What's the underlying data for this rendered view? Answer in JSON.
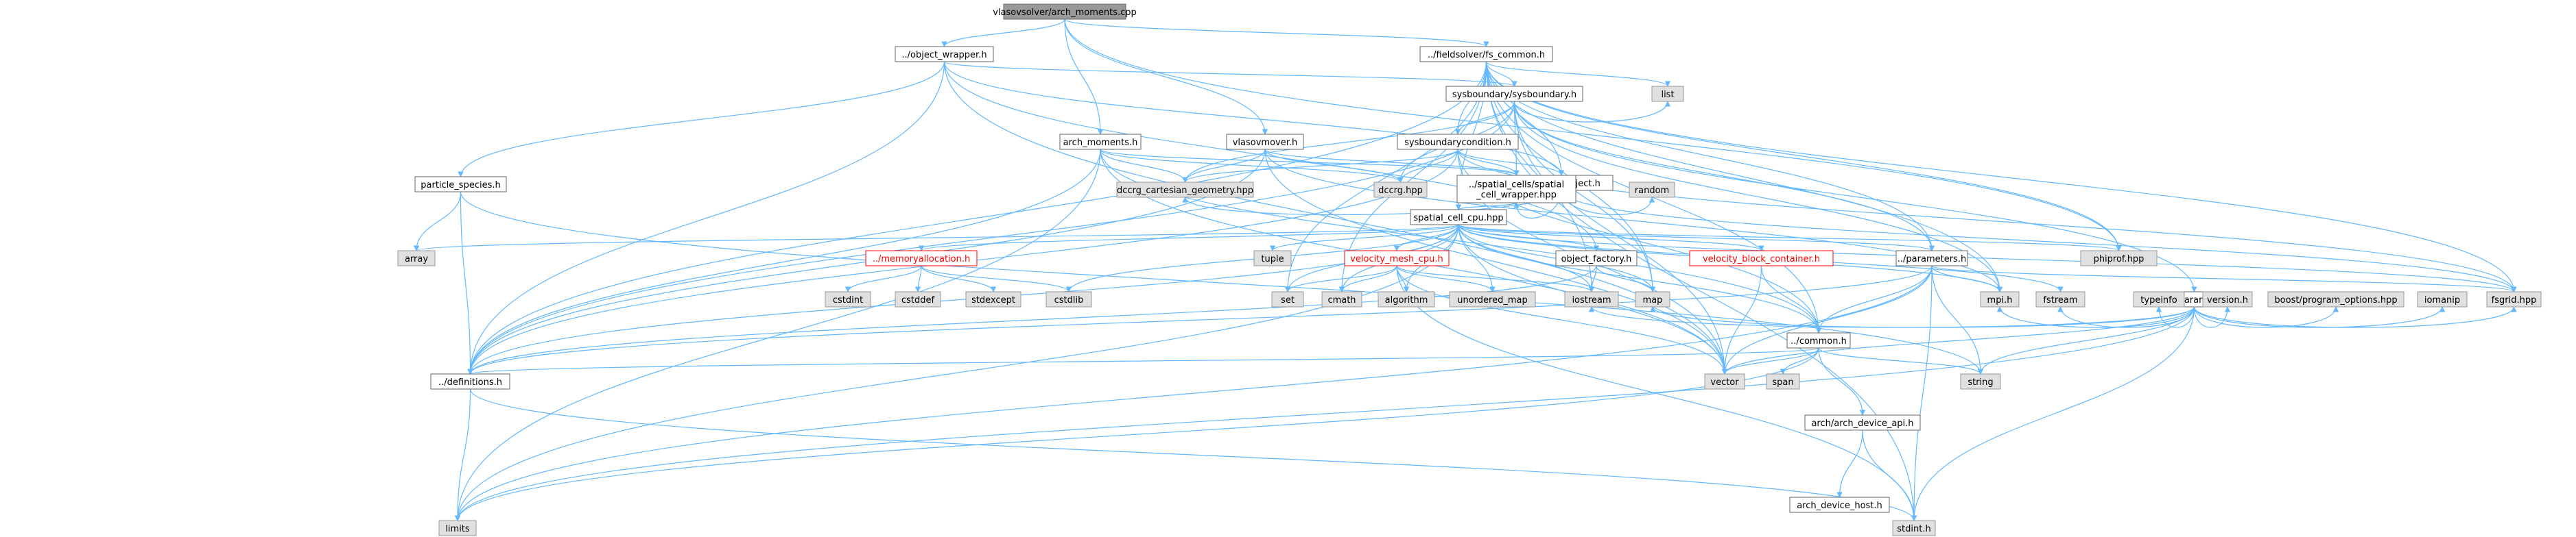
{
  "colors": {
    "edge": "#63b8ff",
    "edge_red": "#63b8ff",
    "root_fill": "#999999",
    "root_stroke": "#666666",
    "node_fill": "#ffffff",
    "node_stroke": "#666666",
    "system_fill": "#e0e0e0",
    "system_stroke": "#999999",
    "link_text": "#000000",
    "red_text": "#ff0000",
    "root_text": "#000000",
    "grey_text": "#000000"
  },
  "nodes": {
    "root": "vlasovsolver/arch_moments.cpp",
    "object_wrapper": "../object_wrapper.h",
    "fs_common": "../fieldsolver/fs_common.h",
    "arch_moments": "arch_moments.h",
    "vlasovmover": "vlasovmover.h",
    "sysboundary": "sysboundary/sysboundary.h",
    "sysboundarycondition": "sysboundarycondition.h",
    "project": "projects/project.h",
    "particle_species": "particle_species.h",
    "spatial_cell_wrapper": "../spatial_cells/spatial\n_cell_wrapper.hpp",
    "spatial_cell_cpu": "spatial_cell_cpu.hpp",
    "memoryallocation": "../memoryallocation.h",
    "velocity_mesh_cpu": "velocity_mesh_cpu.h",
    "object_factory": "object_factory.h",
    "velocity_block_container": "velocity_block_container.h",
    "parameters": "../parameters.h",
    "readparameters": "../readparameters.h",
    "common": "../common.h",
    "definitions": "../definitions.h",
    "arch_device_api": "arch/arch_device_api.h",
    "arch_device_host": "arch_device_host.h",
    "list": "list",
    "phiprof": "phiprof.hpp",
    "dccrg_cartesian": "dccrg_cartesian_geometry.hpp",
    "dccrg": "dccrg.hpp",
    "random": "random",
    "array": "array",
    "tuple": "tuple",
    "cstdint": "cstdint",
    "cstddef": "cstddef",
    "stdexcept": "stdexcept",
    "cstdlib": "cstdlib",
    "set": "set",
    "cmath": "cmath",
    "algorithm": "algorithm",
    "unordered_map": "unordered_map",
    "iostream": "iostream",
    "map": "map",
    "mpi": "mpi.h",
    "fstream": "fstream",
    "typeinfo": "typeinfo",
    "version": "version.h",
    "boost_po": "boost/program_options.hpp",
    "iomanip": "iomanip",
    "fsgrid": "fsgrid.hpp",
    "vector": "vector",
    "span": "span",
    "string": "string",
    "limits": "limits",
    "stdint": "stdint.h"
  }
}
